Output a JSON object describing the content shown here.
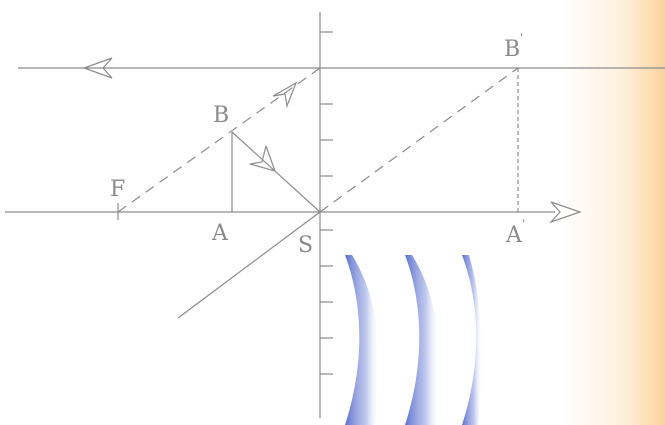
{
  "labels": {
    "B": "B",
    "A": "A",
    "F": "F",
    "S": "S",
    "A_image": "A",
    "A_image_mark": "'",
    "B_image": "B",
    "B_image_mark": "'"
  },
  "colors": {
    "line": "#8c8c8c",
    "label": "#8a8a8a",
    "edge_glow": "#fdd9a8",
    "watermark": "#5a6fd0"
  }
}
